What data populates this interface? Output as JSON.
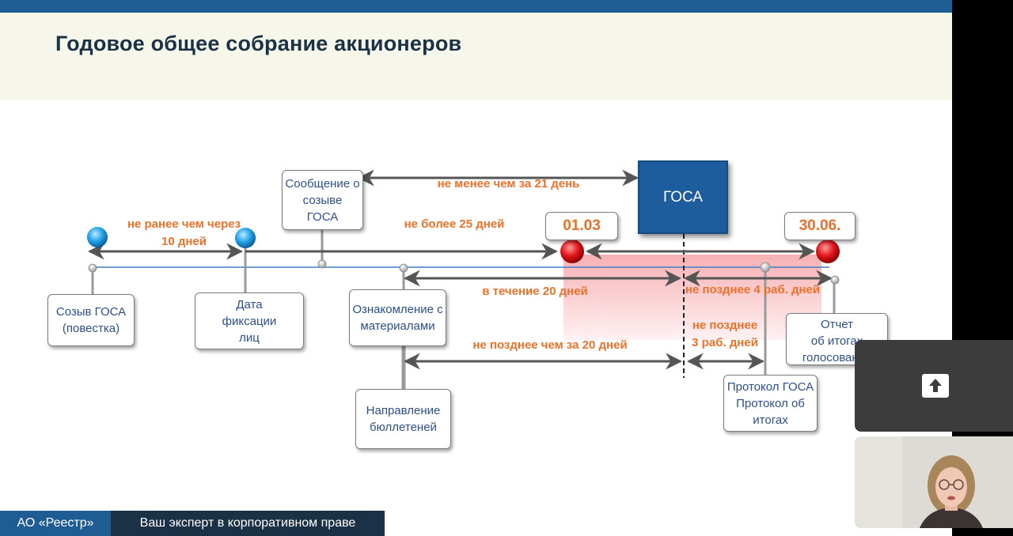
{
  "slide": {
    "title": "Годовое общее собрание акционеров",
    "footer_company": "АО «Реестр»",
    "footer_tagline": "Ваш эксперт в корпоративном праве"
  },
  "diagram": {
    "nodes": {
      "notice": "Сообщение о\nсозыве\nГОСА",
      "convocation": "Созыв ГОСА\n(повестка)",
      "record_date": "Дата\nфиксации\nлиц",
      "materials": "Ознакомление с\nматериалами",
      "ballots": "Направление\nбюллетеней",
      "gosa": "ГОСА",
      "protocol": "Протокол ГОСА\nПротокол об\nитогах",
      "report": "Отчет\nоб  итогах\nголосования"
    },
    "dates": {
      "start": "01.03",
      "end": "30.06."
    },
    "intervals": {
      "not_earlier_10": "не ранее чем через\n10 дней",
      "not_more_25": "не более 25 дней",
      "not_less_21": "не менее чем за 21 день",
      "within_20": "в течение 20 дней",
      "not_later_4": "не позднее 4 раб. дней",
      "not_later_3": "не позднее\n3 раб. дней",
      "not_later_20": "не позднее чем за 20 дней"
    }
  },
  "conference": {
    "share_icon": "present-screen-icon",
    "participant_video": "participant-video"
  },
  "colors": {
    "brand_blue": "#1f5c94",
    "accent_orange": "#ee7028",
    "box_text": "#2c4f8a",
    "milestone_red": "#e0161b"
  }
}
